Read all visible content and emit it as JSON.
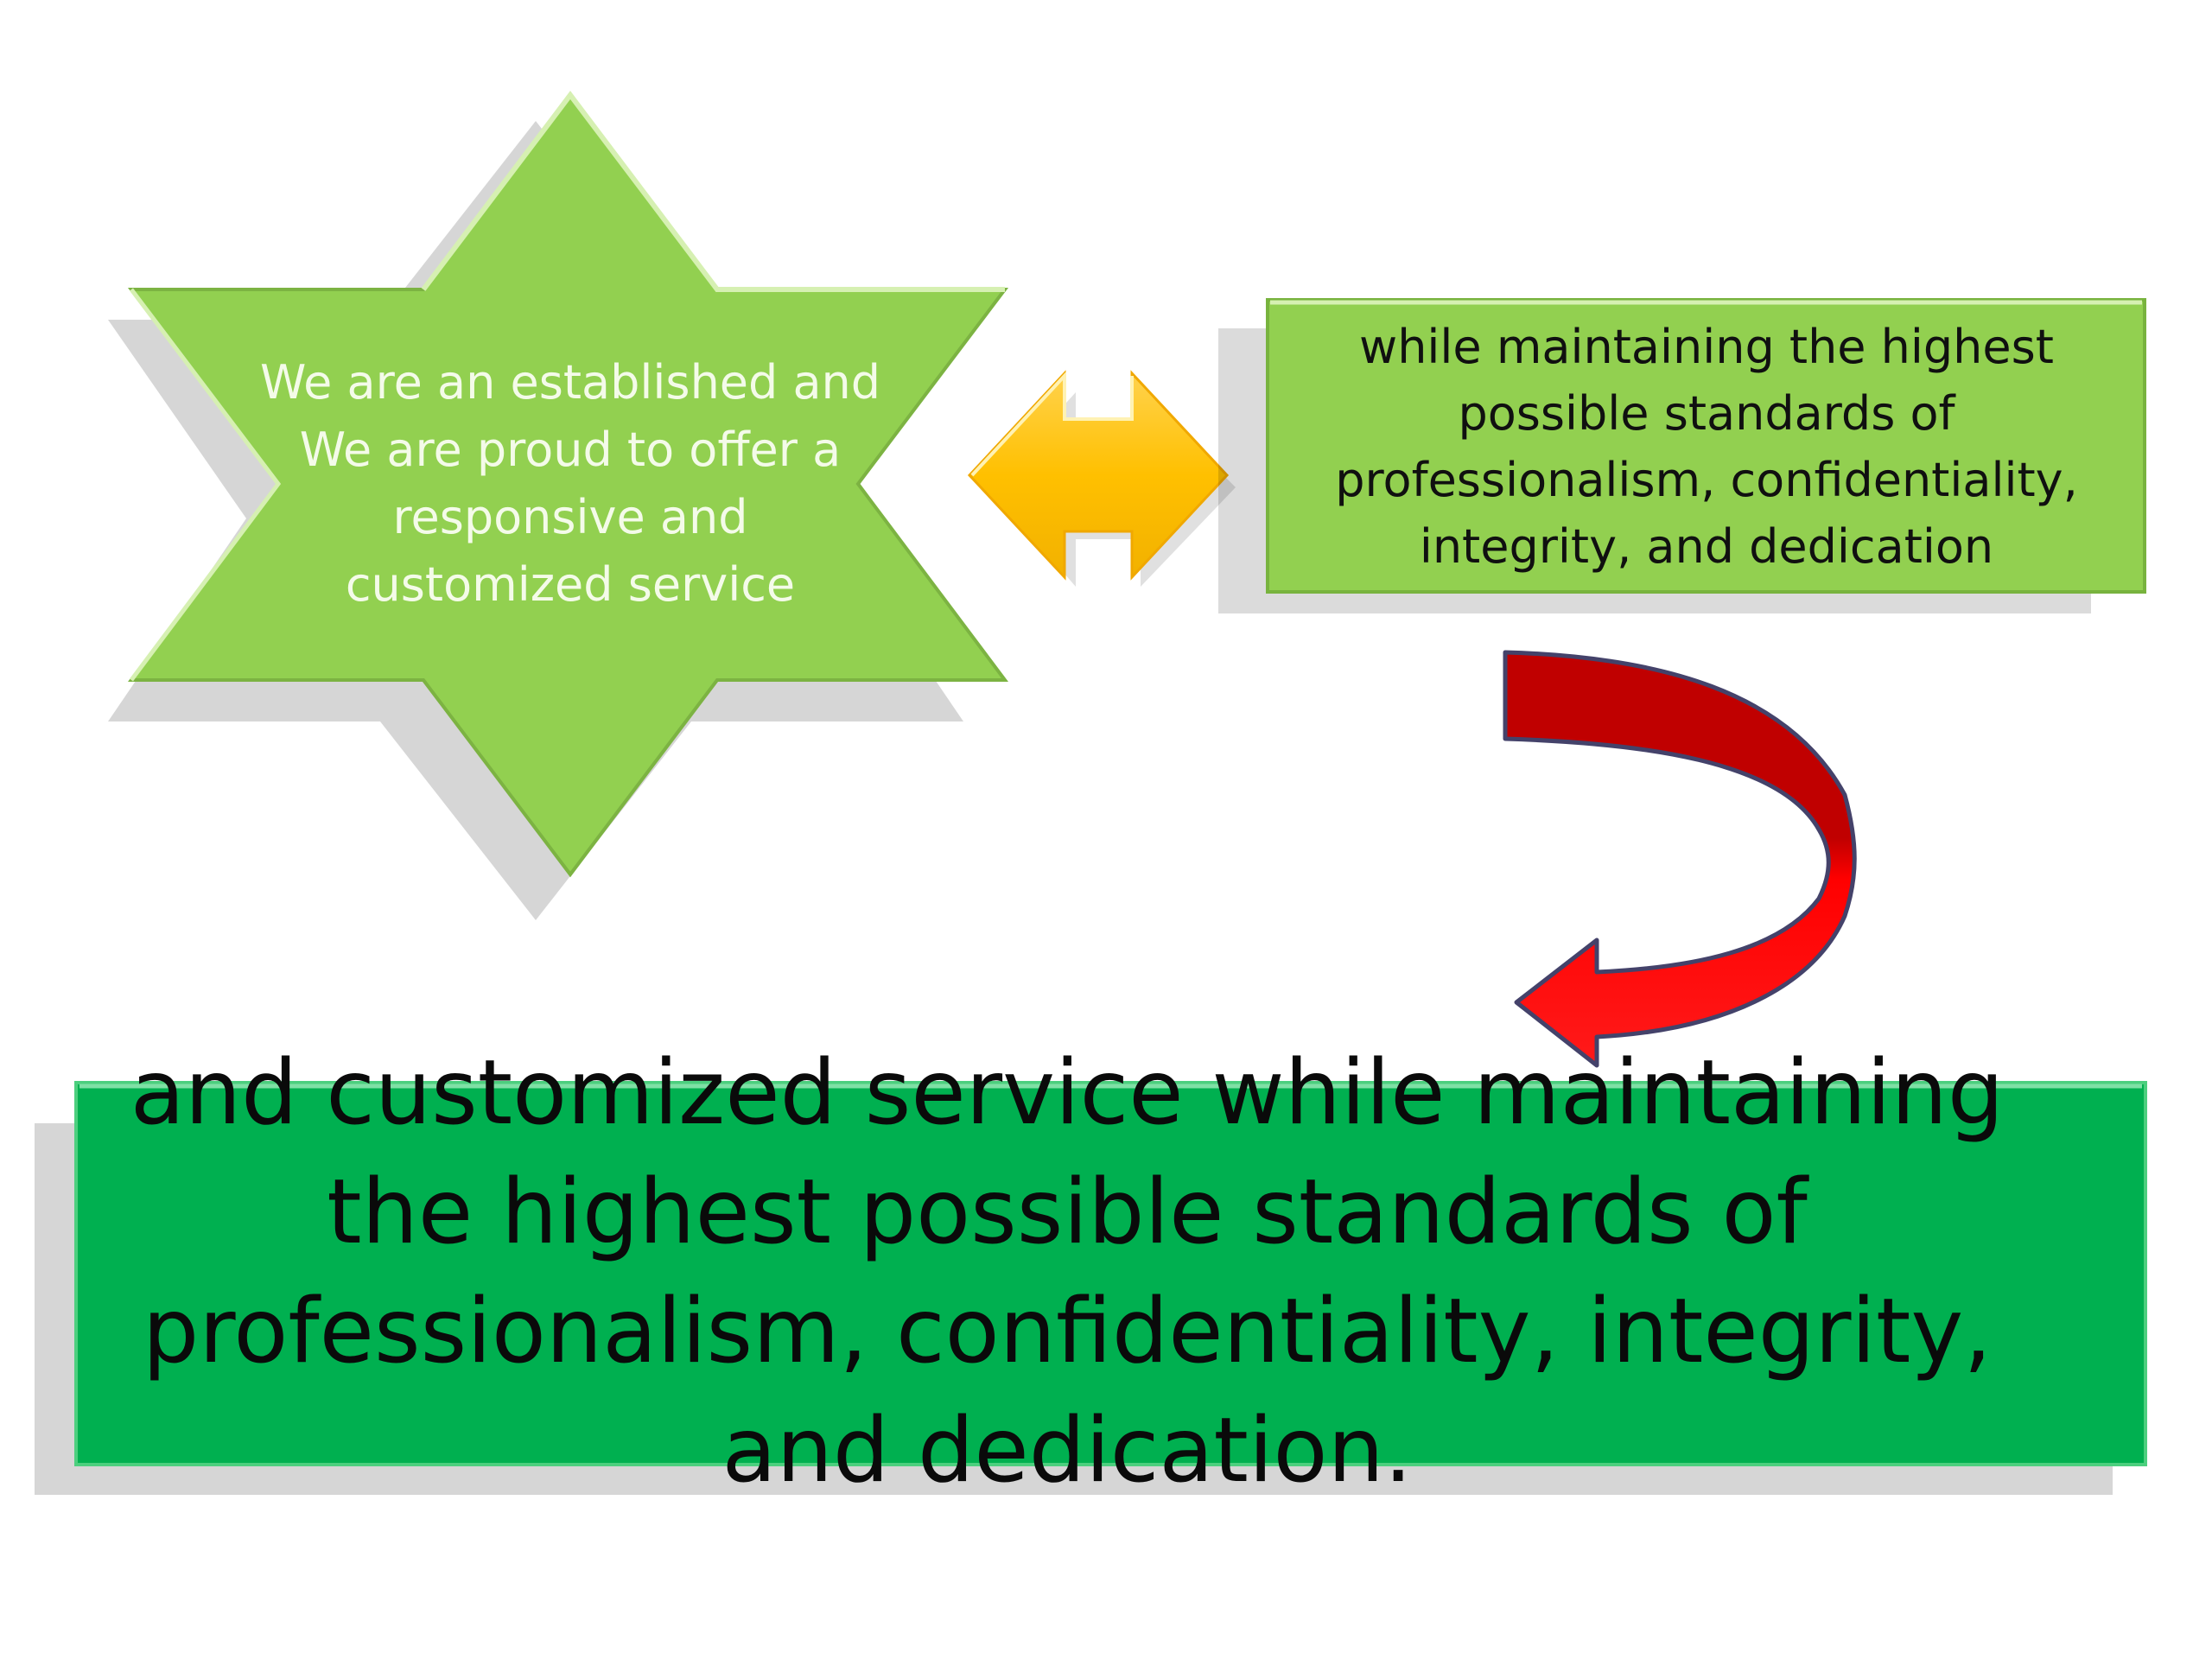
{
  "diagram": {
    "star": {
      "text": "We are an established and We are proud to offer a responsive and customized service",
      "fill": "#92d050",
      "text_color": "#f4fbe9"
    },
    "top_box": {
      "text": "while maintaining the highest possible standards of professionalism, confidentiality, integrity, and dedication",
      "fill": "#92d050",
      "text_color": "#101010"
    },
    "bottom_box": {
      "text": "and customized service while maintaining the highest possible standards of professionalism, confidentiality, integrity, and dedication.",
      "fill": "#00b050",
      "text_color": "#0a0a0a"
    },
    "connector_double_arrow": {
      "icon": "left-right-arrow-icon",
      "fill": "#ffc000"
    },
    "connector_curved_arrow": {
      "icon": "curved-down-left-arrow-icon",
      "fill": "#ff0000"
    }
  }
}
